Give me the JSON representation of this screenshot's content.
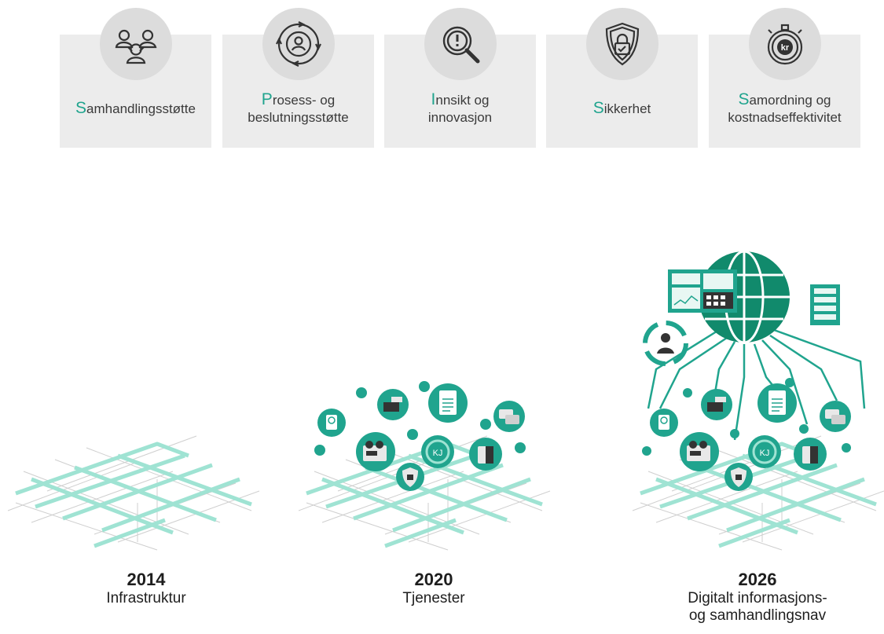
{
  "pillars": [
    {
      "initial": "S",
      "rest": "amhandlingsstøtte",
      "line2": "",
      "icon": "people-collaboration-icon"
    },
    {
      "initial": "P",
      "rest": "rosess- og",
      "line2": "beslutningsstøtte",
      "icon": "process-cycle-icon"
    },
    {
      "initial": "I",
      "rest": "nnsikt og",
      "line2": "innovasjon",
      "icon": "magnifier-insight-icon"
    },
    {
      "initial": "S",
      "rest": "ikkerhet",
      "line2": "",
      "icon": "security-shield-icon"
    },
    {
      "initial": "S",
      "rest": "amordning og",
      "line2": "kostnadseffektivitet",
      "icon": "stopwatch-kr-icon"
    }
  ],
  "stages": [
    {
      "year": "2014",
      "line1": "Infrastruktur",
      "line2": ""
    },
    {
      "year": "2020",
      "line1": "Tjenester",
      "line2": ""
    },
    {
      "year": "2026",
      "line1": "Digitalt informasjons-",
      "line2": "og samhandlingsnav"
    }
  ],
  "colors": {
    "accent": "#20a48e",
    "grid": "#9fe3d3",
    "card": "#ececec",
    "icon_circle": "#dcdcdc",
    "icon_stroke": "#333333"
  }
}
